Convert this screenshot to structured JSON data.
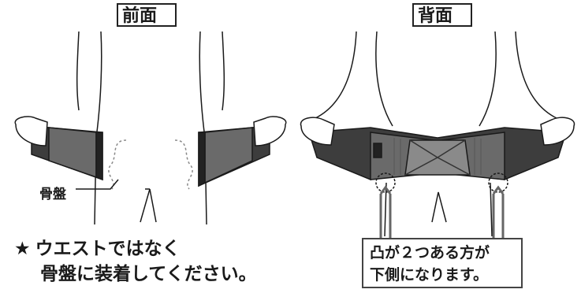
{
  "labels": {
    "front": "前面",
    "back": "背面",
    "pelvis": "骨盤"
  },
  "note": {
    "star": "★",
    "line1": "ウエストではなく",
    "line2": "骨盤に装着してください。"
  },
  "callout": {
    "line1": "凸が２つある方が",
    "line2": "下側になります。"
  },
  "colors": {
    "belt_dark": "#3d3d3d",
    "belt_mid": "#5c5c5c",
    "belt_panel": "#8a8a8a",
    "outline": "#1a1a1a",
    "callout_border": "#444444"
  }
}
